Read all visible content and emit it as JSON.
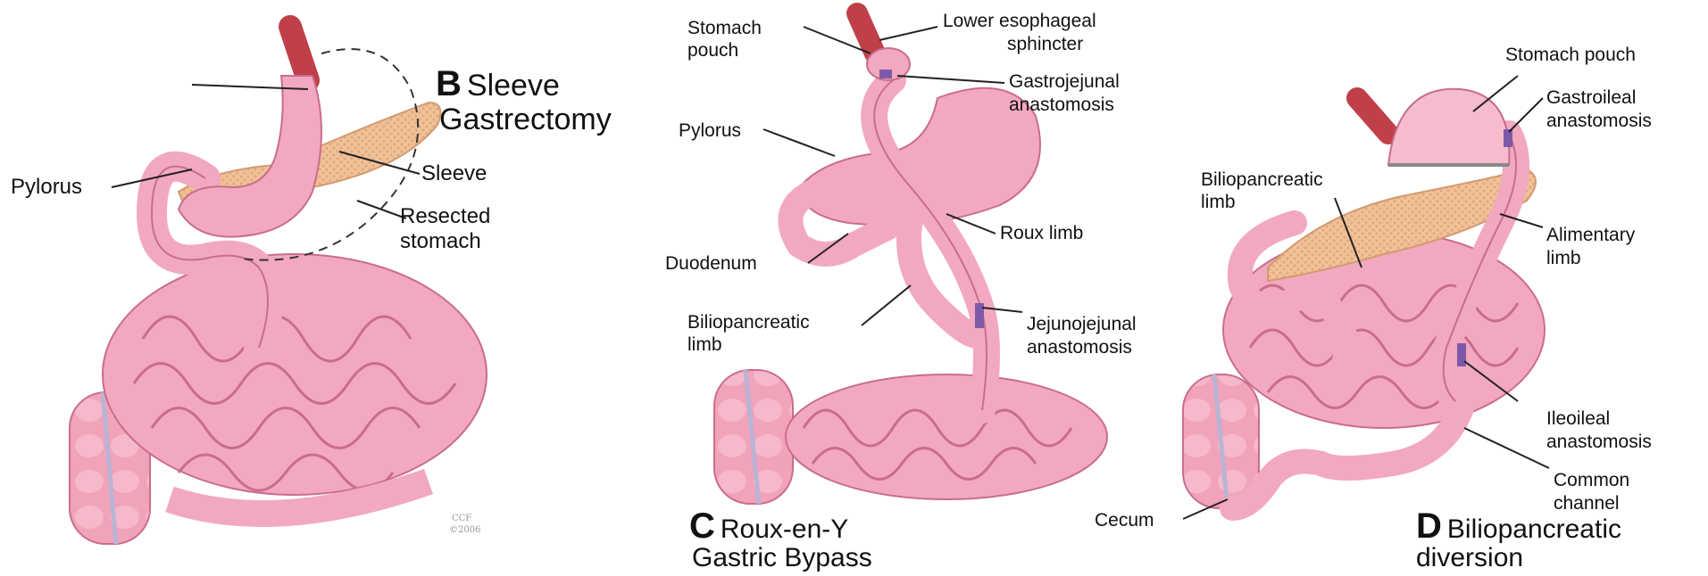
{
  "panels": {
    "b": {
      "letter": "B",
      "title_line1": "Sleeve",
      "title_line2": "Gastrectomy",
      "labels": {
        "pylorus": "Pylorus",
        "sleeve": "Sleeve",
        "resected_line1": "Resected",
        "resected_line2": "stomach"
      },
      "copyright_line1": "CCF",
      "copyright_line2": "©2006"
    },
    "c": {
      "letter": "C",
      "title_line1": "Roux-en-Y",
      "title_line2": "Gastric Bypass",
      "labels": {
        "stomach_pouch_line1": "Stomach",
        "stomach_pouch_line2": "pouch",
        "les_line1": "Lower esophageal",
        "les_line2": "sphincter",
        "gj_line1": "Gastrojejunal",
        "gj_line2": "anastomosis",
        "pylorus": "Pylorus",
        "roux_limb": "Roux limb",
        "duodenum": "Duodenum",
        "bp_line1": "Biliopancreatic",
        "bp_line2": "limb",
        "jj_line1": "Jejunojejunal",
        "jj_line2": "anastomosis"
      }
    },
    "d": {
      "letter": "D",
      "title_line1": "Biliopancreatic",
      "title_line2": "diversion",
      "labels": {
        "stomach_pouch": "Stomach pouch",
        "gi_line1": "Gastroileal",
        "gi_line2": "anastomosis",
        "bp_line1": "Biliopancreatic",
        "bp_line2": "limb",
        "al_line1": "Alimentary",
        "al_line2": "limb",
        "ii_line1": "Ileoileal",
        "ii_line2": "anastomosis",
        "cc_line1": "Common",
        "cc_line2": "channel",
        "cecum": "Cecum"
      }
    }
  },
  "colors": {
    "tissue": "#f2a9bf",
    "tissue_dark": "#c96d8c",
    "tissue_light": "#fbd3df",
    "pancreas": "#efbf95",
    "esophagus": "#c0404a",
    "anastomosis": "#7d5aa8",
    "leader": "#222222"
  }
}
